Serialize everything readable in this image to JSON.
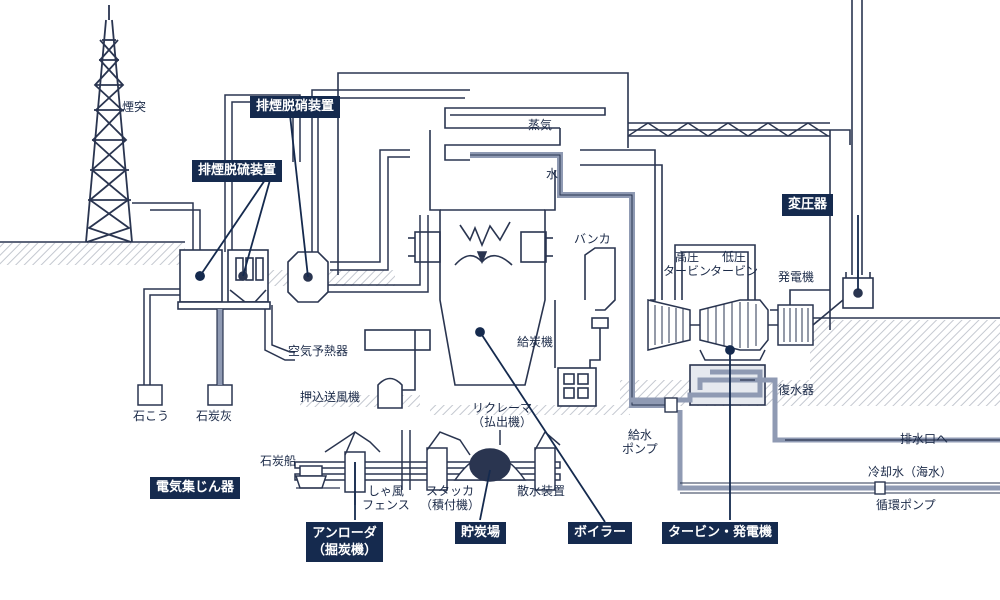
{
  "callouts": {
    "denitration": "排煙脱硝装置",
    "desulfurization": "排煙脱硫装置",
    "transformer": "変圧器",
    "esp": "電気集じん器",
    "unloader": "アンローダ\n（掘炭機）",
    "coal_yard": "貯炭場",
    "boiler": "ボイラー",
    "turbine_generator": "タービン・発電機"
  },
  "labels": {
    "stack": "煙突",
    "steam": "蒸気",
    "water": "水",
    "bunker": "バンカ",
    "hp_turbine": "高圧\nタービン",
    "lp_turbine": "低圧\nタービン",
    "generator": "発電機",
    "air_preheater": "空気予熱器",
    "coal_feeder": "給炭機",
    "fdf": "押込送風機",
    "gypsum": "石こう",
    "coal_ash": "石炭灰",
    "reclaimer": "リクレーマ\n（払出機）",
    "feed_pump": "給水\nポンプ",
    "condenser": "復水器",
    "discharge": "排水口へ",
    "cooling_water": "冷却水（海水）",
    "circ_pump": "循環ポンプ",
    "coal_ship": "石炭船",
    "wind_fence": "しゃ風\nフェンス",
    "stacker": "スタッカ\n（積付機）",
    "sprinkler": "散水装置"
  },
  "colors": {
    "navy": "#152a4e",
    "line": "#2a3550",
    "pipe": "#8f9ab3",
    "hatch": "#c4c8d0"
  }
}
